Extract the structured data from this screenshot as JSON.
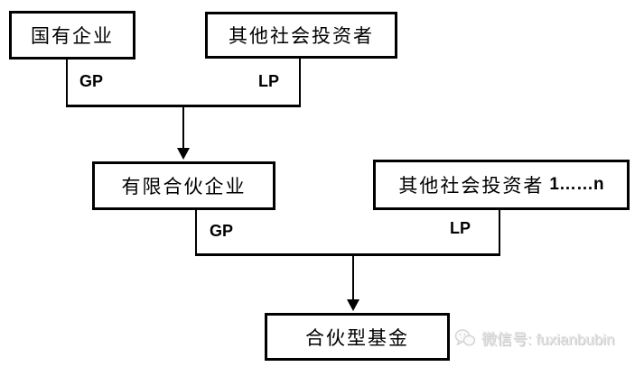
{
  "diagram": {
    "boxes": [
      {
        "id": "state-owned-enterprise",
        "label": "国有企业"
      },
      {
        "id": "other-social-investors",
        "label": "其他社会投资者"
      },
      {
        "id": "limited-partnership-enterprise",
        "label": "有限合伙企业"
      },
      {
        "id": "other-social-investors-n",
        "label": "其他社会投资者",
        "suffix": "1……n"
      },
      {
        "id": "partnership-fund",
        "label": "合伙型基金"
      }
    ],
    "role_labels": {
      "gp_top": "GP",
      "lp_top": "LP",
      "gp_bottom": "GP",
      "lp_bottom": "LP"
    },
    "colors": {
      "line": "#000000",
      "background": "#ffffff",
      "watermark": "#e3e3e3"
    }
  },
  "watermark": {
    "icon": "wechat-icon",
    "text": "微信号: fuxianbubin"
  }
}
